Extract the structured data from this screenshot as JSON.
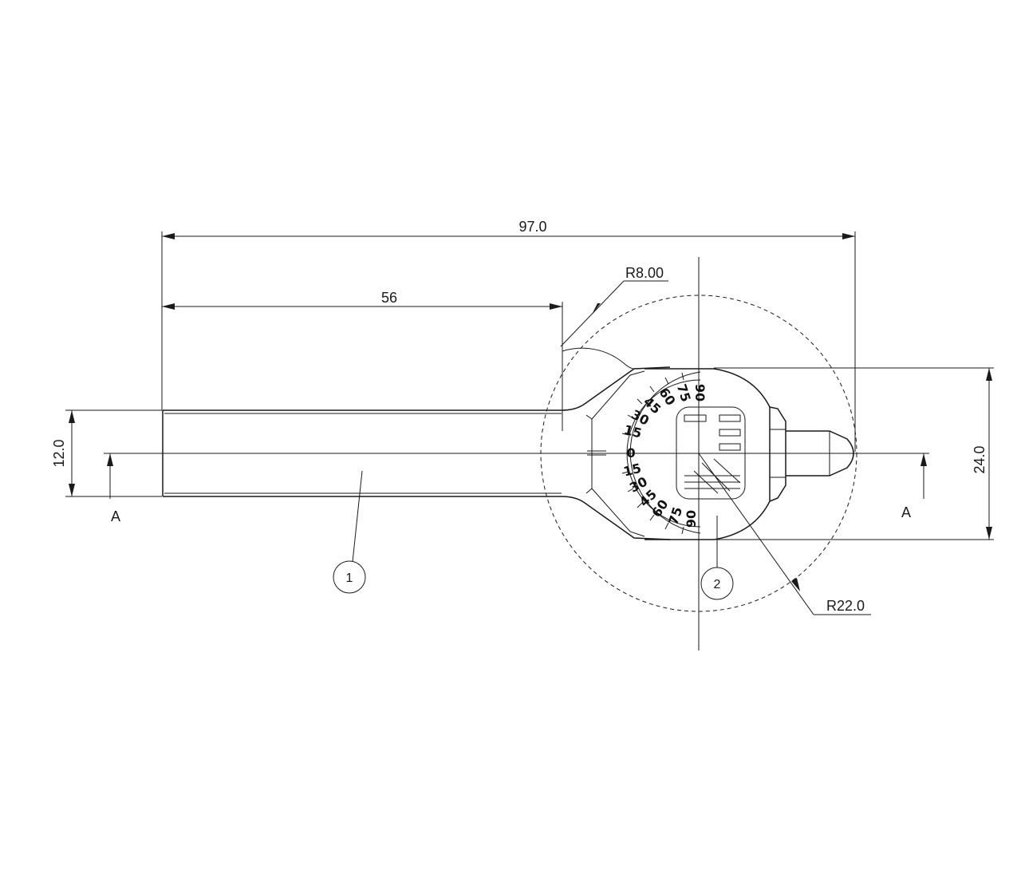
{
  "dimensions": {
    "overall_length": "97.0",
    "shaft_length": "56",
    "shaft_diameter": "12.0",
    "head_height": "24.0",
    "fillet_radius": "R8.00",
    "dial_radius": "R22.0"
  },
  "section": {
    "left_label": "A",
    "right_label": "A"
  },
  "balloons": [
    "1",
    "2"
  ],
  "dial_scale": {
    "upper": [
      "90",
      "75",
      "60",
      "45",
      "30",
      "15"
    ],
    "center": "0",
    "lower": [
      "15",
      "30",
      "45",
      "60",
      "75",
      "90"
    ]
  }
}
